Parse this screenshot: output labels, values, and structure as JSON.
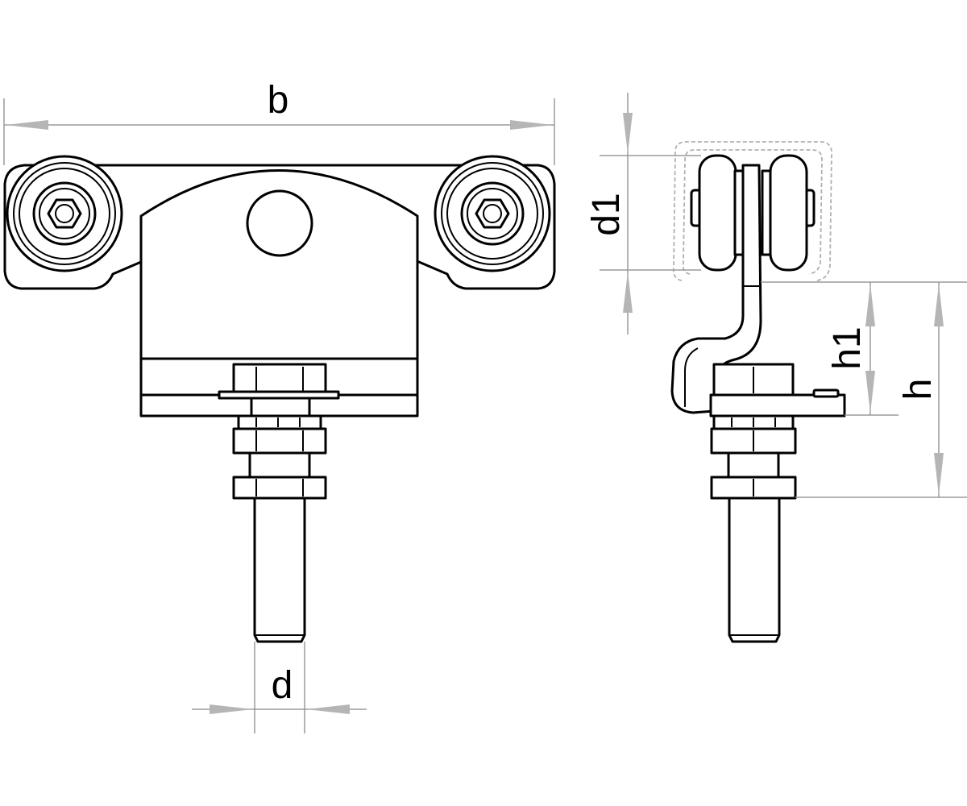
{
  "labels": {
    "b": "b",
    "d": "d",
    "d1": "d1",
    "h1": "h1",
    "h": "h"
  }
}
